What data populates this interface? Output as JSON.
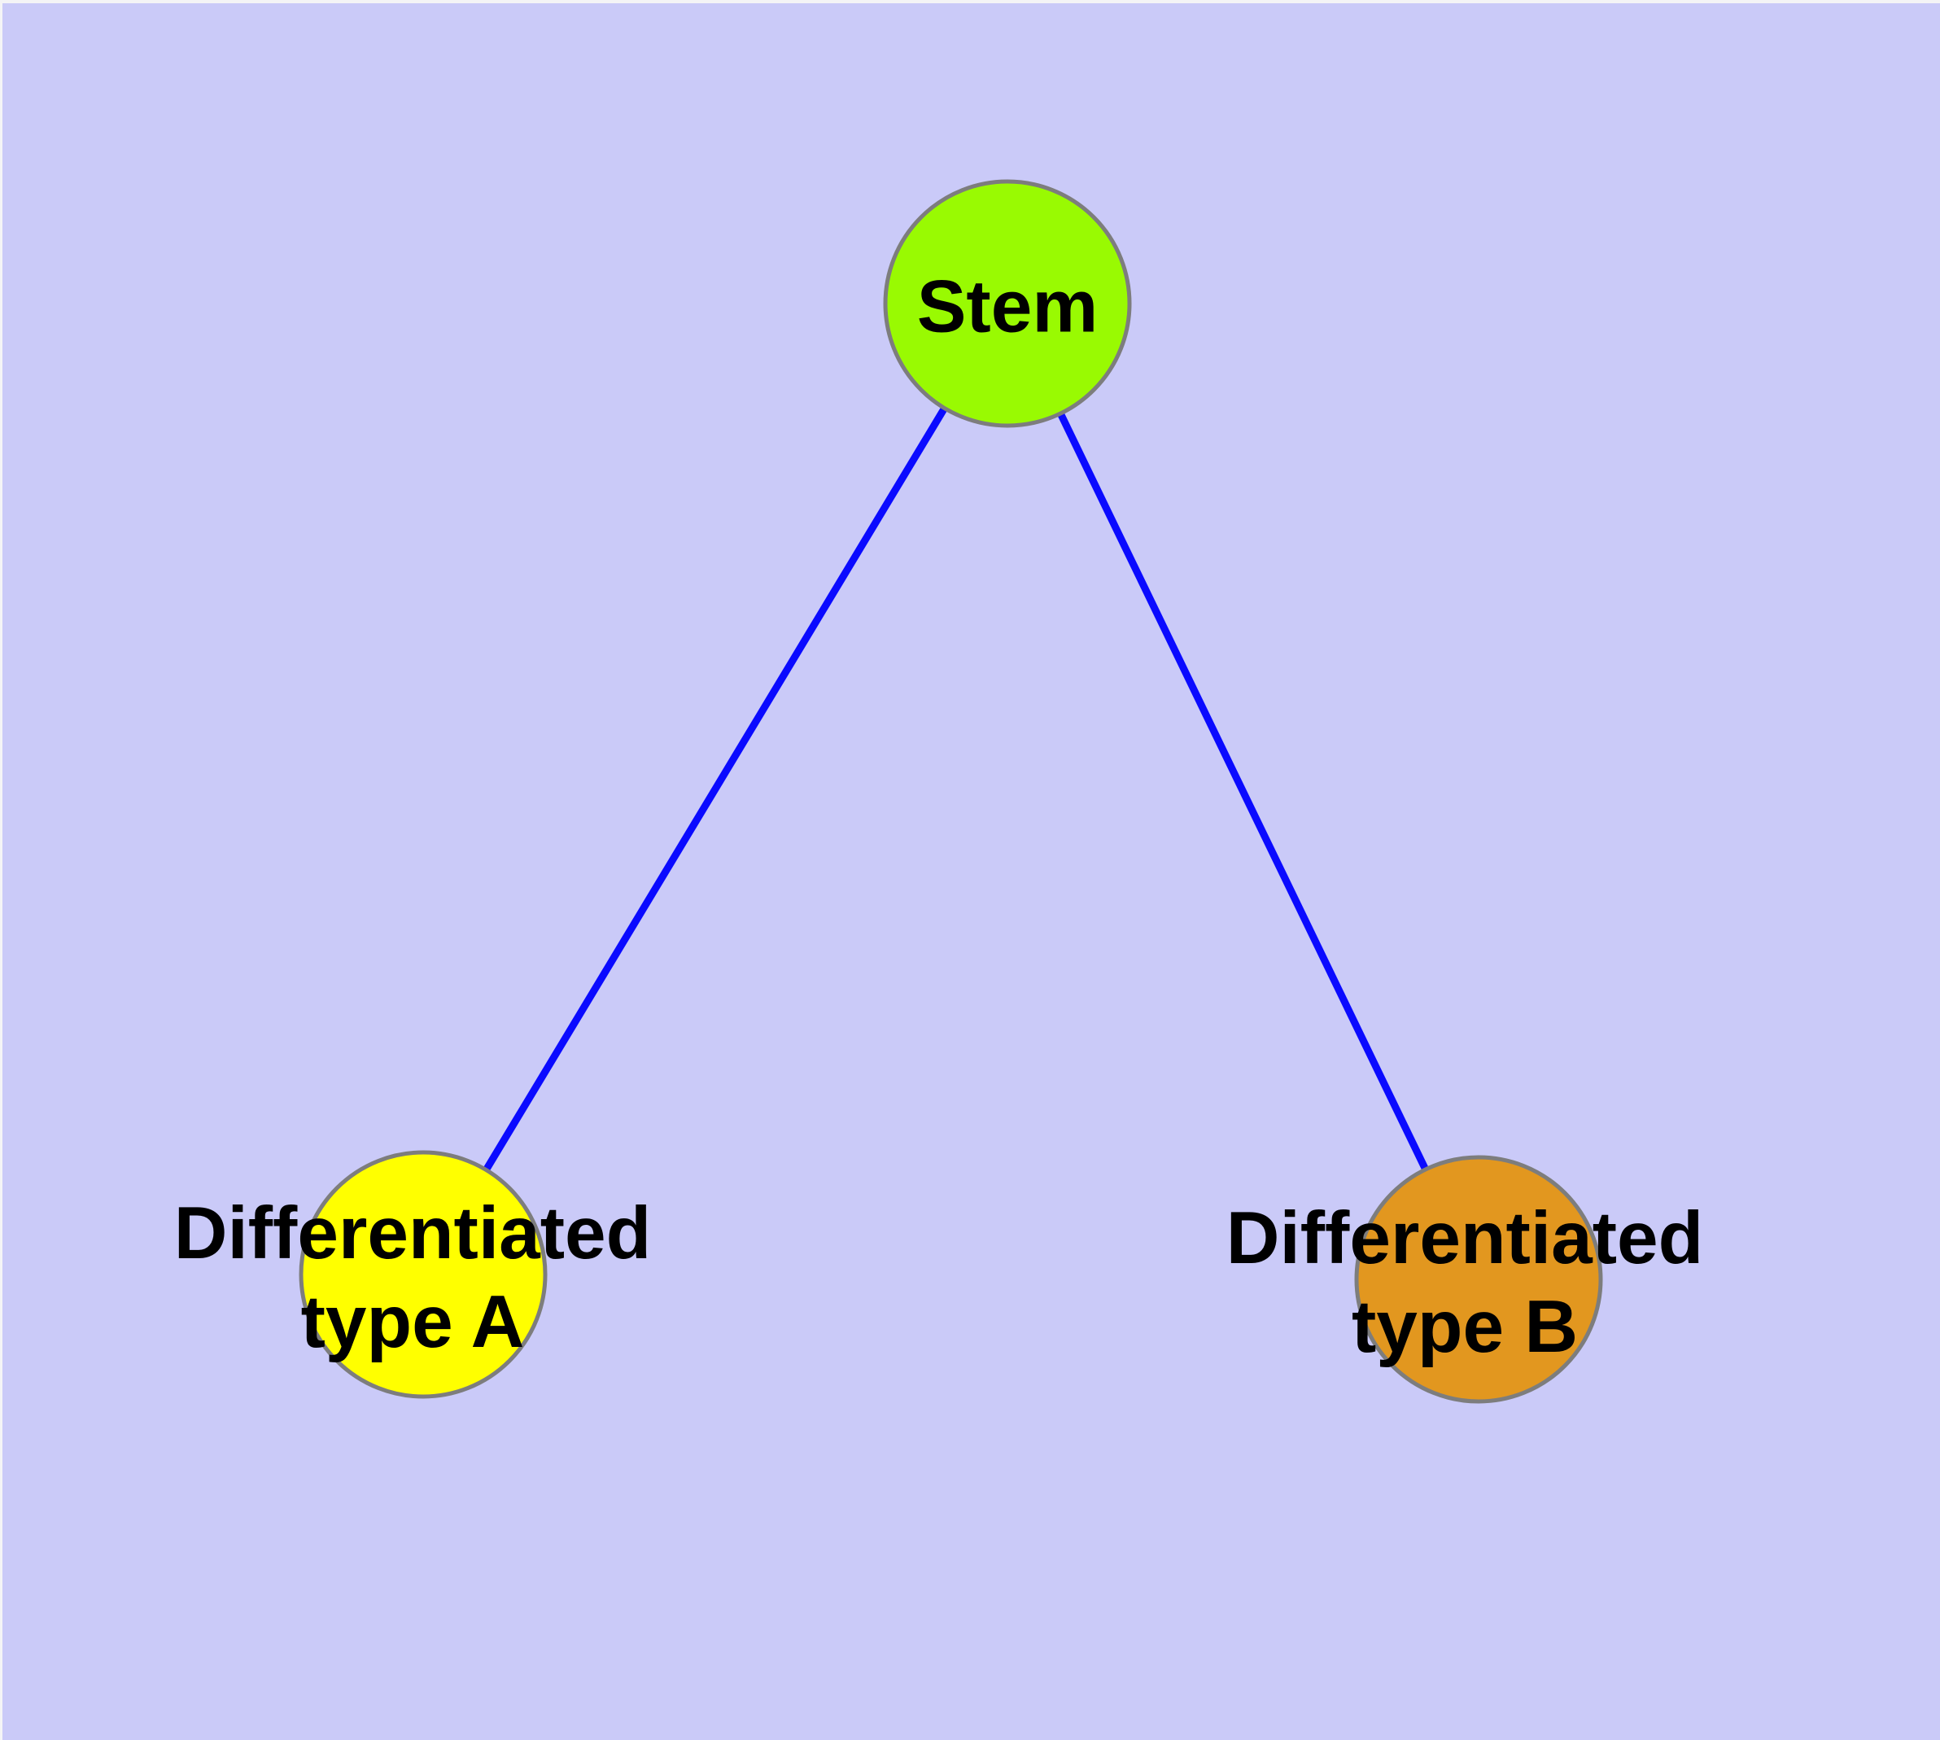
{
  "diagram": {
    "background_color": "#CACAF8",
    "edge_color": "#0A0AFF",
    "node_border_color": "#7D7D7D",
    "nodes": [
      {
        "id": "stem",
        "label": "Stem",
        "color": "#99FA02"
      },
      {
        "id": "type-a",
        "label": "Differentiated\ntype A",
        "color": "#FFFF00"
      },
      {
        "id": "type-b",
        "label": "Differentiated\ntype B",
        "color": "#E2971F"
      }
    ],
    "edges": [
      {
        "from": "stem",
        "to": "type-a"
      },
      {
        "from": "stem",
        "to": "type-b"
      }
    ]
  }
}
